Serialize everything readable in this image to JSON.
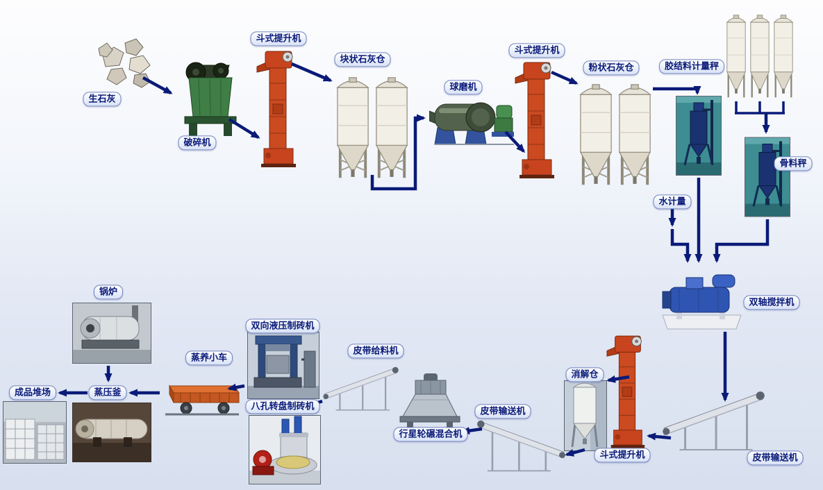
{
  "colors": {
    "arrow_color": "#0a1a78",
    "label_text": "#0a1a78",
    "label_border": "#7486be",
    "label_bg_top": "#ffffff",
    "label_bg_bottom": "#d8e2f6",
    "bg_top": "#fdfdfe",
    "bg_bottom": "#d8e0ef"
  },
  "labels": [
    {
      "id": "quicklime",
      "text": "生石灰"
    },
    {
      "id": "crusher",
      "text": "破碎机"
    },
    {
      "id": "bucket-elevator-1",
      "text": "斗式提升机"
    },
    {
      "id": "lump-lime-silo",
      "text": "块状石灰仓"
    },
    {
      "id": "ball-mill",
      "text": "球磨机"
    },
    {
      "id": "bucket-elevator-2",
      "text": "斗式提升机"
    },
    {
      "id": "powder-lime-silo",
      "text": "粉状石灰仓"
    },
    {
      "id": "binder-scale",
      "text": "胶结料计量秤"
    },
    {
      "id": "aggregate-scale",
      "text": "骨料秤"
    },
    {
      "id": "water-meter",
      "text": "水计量"
    },
    {
      "id": "twin-shaft-mixer",
      "text": "双轴搅拌机"
    },
    {
      "id": "belt-conveyor-right",
      "text": "皮带输送机"
    },
    {
      "id": "bucket-elevator-3",
      "text": "斗式提升机"
    },
    {
      "id": "digestion-silo",
      "text": "消解仓"
    },
    {
      "id": "belt-conveyor-mid",
      "text": "皮带输送机"
    },
    {
      "id": "planetary-mixer",
      "text": "行星轮碾混合机"
    },
    {
      "id": "belt-feeder",
      "text": "皮带给料机"
    },
    {
      "id": "hydraulic-brick-machine",
      "text": "双向液压制砖机"
    },
    {
      "id": "rotary-brick-machine",
      "text": "八孔转盘制砖机"
    },
    {
      "id": "curing-cart",
      "text": "蒸养小车"
    },
    {
      "id": "autoclave",
      "text": "蒸压釜"
    },
    {
      "id": "boiler",
      "text": "锅炉"
    },
    {
      "id": "product-yard",
      "text": "成品堆场"
    }
  ],
  "equipment_images": [
    "quicklime-rocks",
    "jaw-crusher",
    "bucket-elevator-1",
    "lump-lime-silos",
    "ball-mill",
    "bucket-elevator-2",
    "powder-lime-silos",
    "binder-metering-scale",
    "binder-silos",
    "aggregate-scale",
    "twin-shaft-mixer",
    "belt-conveyor-right",
    "bucket-elevator-3",
    "digestion-silo",
    "belt-conveyor-mid",
    "planetary-wheel-mixer",
    "belt-feeder",
    "hydraulic-brick-press",
    "rotary-table-brick-press",
    "steam-curing-cart",
    "autoclave",
    "boiler",
    "finished-product-yard"
  ]
}
